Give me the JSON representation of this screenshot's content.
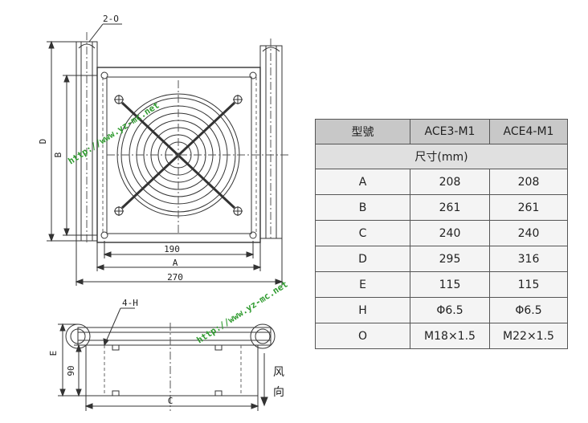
{
  "drawing": {
    "top_view": {
      "label_port": "2-O",
      "dim_D": "D",
      "dim_B": "B",
      "dim_inner": "190",
      "dim_A": "A",
      "dim_overall": "270"
    },
    "side_view": {
      "label_holes": "4-H",
      "dim_E": "E",
      "dim_height": "90",
      "dim_C": "C",
      "airflow_char1": "风",
      "airflow_char2": "向"
    },
    "watermarks": [
      "http://www.yz-mc.net",
      "http://www.yz-mc.net"
    ]
  },
  "table": {
    "header": {
      "label": "型號",
      "model1": "ACE3-M1",
      "model2": "ACE4-M1"
    },
    "subheader": "尺寸(mm)",
    "rows": [
      {
        "label": "A",
        "v1": "208",
        "v2": "208"
      },
      {
        "label": "B",
        "v1": "261",
        "v2": "261"
      },
      {
        "label": "C",
        "v1": "240",
        "v2": "240"
      },
      {
        "label": "D",
        "v1": "295",
        "v2": "316"
      },
      {
        "label": "E",
        "v1": "115",
        "v2": "115"
      },
      {
        "label": "H",
        "v1": "Φ6.5",
        "v2": "Φ6.5"
      },
      {
        "label": "O",
        "v1": "M18×1.5",
        "v2": "M22×1.5"
      }
    ]
  }
}
